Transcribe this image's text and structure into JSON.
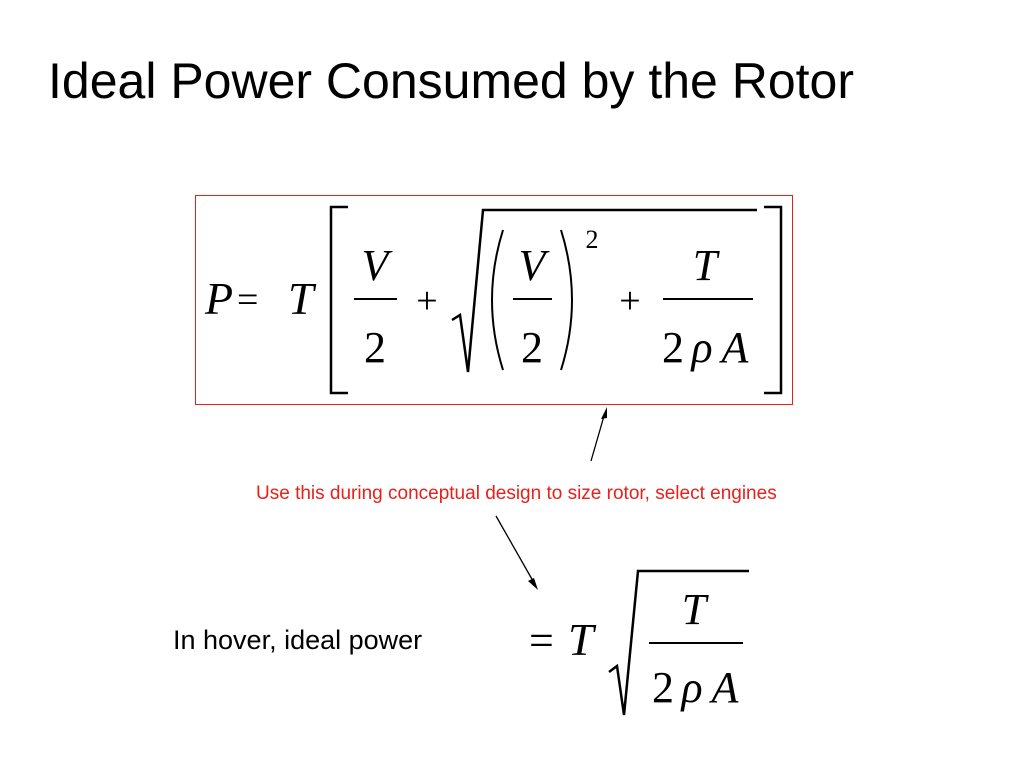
{
  "slide": {
    "title": "Ideal Power Consumed by the Rotor"
  },
  "equation_main": {
    "lhs": "P",
    "equals": "=",
    "thrust": "T",
    "frac1_num": "V",
    "frac1_den": "2",
    "plus1": "+",
    "frac2_num": "V",
    "frac2_den": "2",
    "exponent": "2",
    "plus2": "+",
    "frac3_num": "T",
    "frac3_den_coef": "2",
    "frac3_den_rho": "ρ",
    "frac3_den_area": "A"
  },
  "annotation": {
    "note": "Use this during conceptual design to size rotor, select engines"
  },
  "hover": {
    "label": "In hover, ideal power",
    "equals": "=",
    "thrust": "T",
    "frac_num": "T",
    "frac_den_coef": "2",
    "frac_den_rho": "ρ",
    "frac_den_area": "A"
  },
  "colors": {
    "accent": "#e8201a",
    "text": "#000000",
    "background": "#ffffff"
  }
}
